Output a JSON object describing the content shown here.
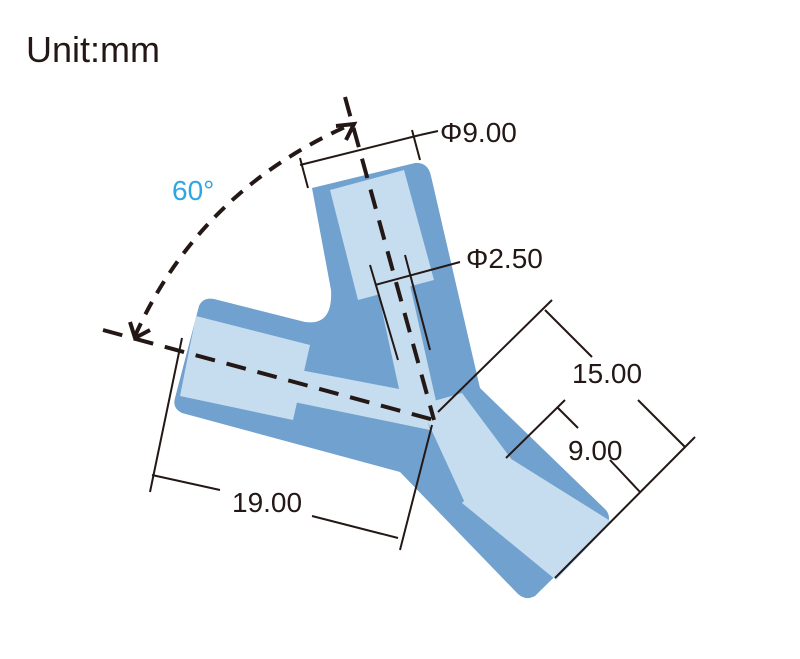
{
  "unit_label": "Unit:mm",
  "angle_label": "60°",
  "dimensions": {
    "outer_diameter": "Φ9.00",
    "inner_diameter": "Φ2.50",
    "arm_length": "15.00",
    "thread_length": "9.00",
    "left_length": "19.00"
  },
  "colors": {
    "body": "#71a1cf",
    "bore": "#c6ddef",
    "line": "#231815",
    "angle": "#2ea7e0"
  }
}
